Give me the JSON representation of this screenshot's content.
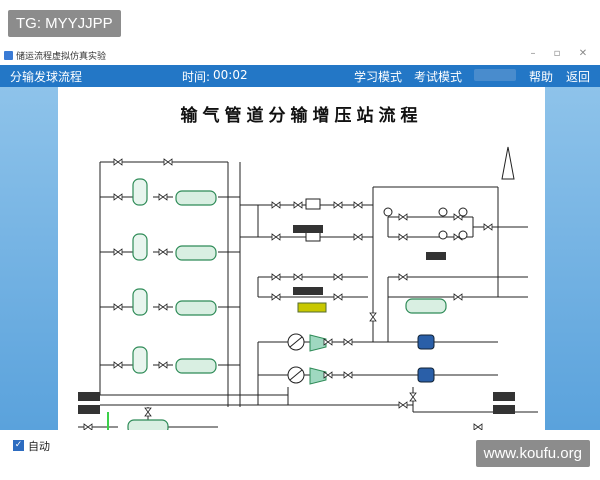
{
  "watermark_top": "TG: MYYJJPP",
  "watermark_bottom": "www.koufu.org",
  "window": {
    "title": "储运流程虚拟仿真实验"
  },
  "menubar": {
    "left_title": "分输发球流程",
    "timer_label": "时间:",
    "timer_value": "00:02",
    "learn_mode": "学习模式",
    "exam_mode": "考试模式",
    "help": "帮助",
    "back": "返回"
  },
  "diagram": {
    "title": "输气管道分输增压站流程"
  },
  "auto_checkbox": {
    "label": "自动",
    "checked": true
  },
  "colors": {
    "menubar": "#2377c6",
    "side_panel": "#6fb1e2",
    "pipe": "#222222",
    "vessel": "#2e8b57",
    "highlight_green": "#3cd04a",
    "alarm_red": "#e02020"
  }
}
